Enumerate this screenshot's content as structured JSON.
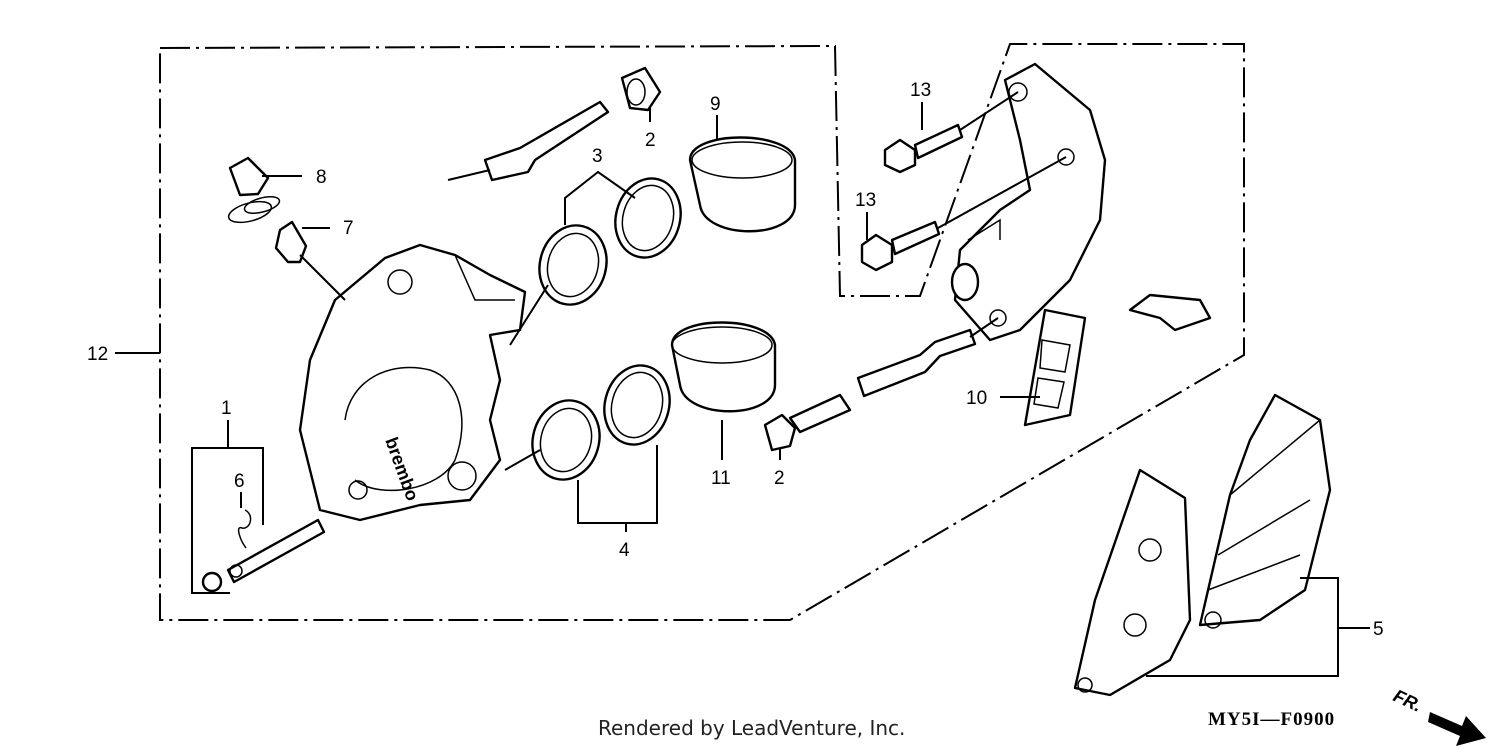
{
  "callouts": {
    "c1": "1",
    "c2a": "2",
    "c2b": "2",
    "c3": "3",
    "c4": "4",
    "c5": "5",
    "c6": "6",
    "c7": "7",
    "c8": "8",
    "c9": "9",
    "c10": "10",
    "c11": "11",
    "c12": "12",
    "c13a": "13",
    "c13b": "13"
  },
  "brand_text": "brembo",
  "diagram_code": "MY5I—F0900",
  "direction_label": "FR.",
  "credit": "Rendered by LeadVenture, Inc."
}
